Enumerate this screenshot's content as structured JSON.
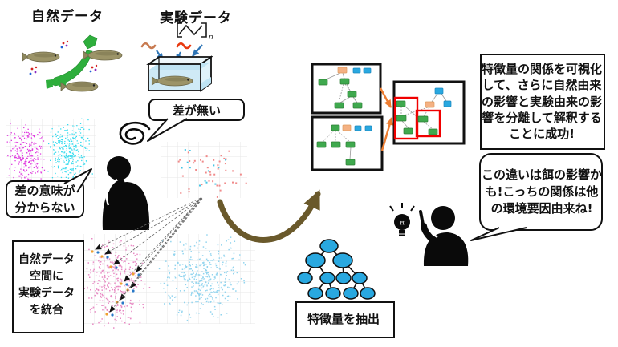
{
  "header": {
    "natural_title": "自然データ",
    "experiment_title": "実験データ"
  },
  "bubbles": {
    "no_difference": "差が無い",
    "unknown_meaning": "差の意味が\n分からない",
    "insight": "この違いは餌の影響かも!こっちの関係は他の環境要因由来ね!"
  },
  "labels": {
    "integrate": "自然データ\n空間に\n実験データ\nを統合",
    "success": "特徴量の関係を可視化して、さらに自然由来の影響と実験由来の影響を分離して解釈することに成功!",
    "extract": "特徴量を抽出",
    "polymer_subscript": "n"
  },
  "icons": {
    "confusion_spiral": "confusion-spiral-icon",
    "lightbulb": "idea-lightbulb-icon"
  },
  "colors": {
    "map_green": "#2eae3c",
    "magenta_cluster": "#e03ce0",
    "cyan_cluster": "#35dbee",
    "pink_cluster": "#e88bc4",
    "lightblue_cluster": "#92d4ee",
    "scatter_red": "#f08a8a",
    "scatter_cyan": "#45c5e5",
    "curved_arrow": "#6a592b",
    "orange_arrow": "#ed7d31",
    "node_green": "#3fa94e",
    "node_orange": "#f4b183",
    "node_blue": "#29a8e0",
    "highlight_red": "#f00000",
    "tank_water": "#cfeaf6",
    "tank_arrow_blue": "#2e75b6"
  }
}
